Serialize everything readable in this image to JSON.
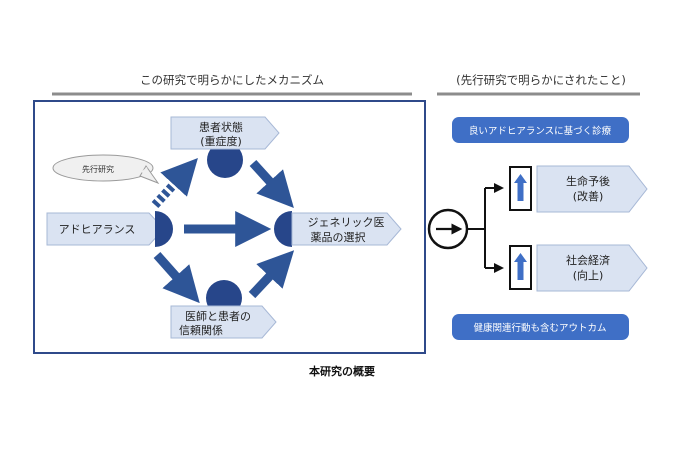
{
  "headers": {
    "left": "この研究で明らかにしたメカニズム",
    "right": "(先行研究で明らかにされたこと)"
  },
  "nodes": {
    "adherence": "アドヒアランス",
    "severity_line1": "患者状態",
    "severity_line2": "(重症度)",
    "generic_line1": "ジェネリック医",
    "generic_line2": "薬品の選択",
    "trust_line1": "医師と患者の",
    "trust_line2": "信頼関係"
  },
  "prior_research_bubble": "先行研究",
  "outcomes": {
    "good_adherence_visits": "良いアドヒアランスに基づく診療",
    "prognosis_line1": "生命予後",
    "prognosis_line2": "(改善)",
    "socioeconomic_line1": "社会経済",
    "socioeconomic_line2": "(向上)",
    "health_behavior": "健康関連行動も含むアウトカム"
  },
  "caption": "本研究の概要",
  "colors": {
    "frame_blue": "#2f4a8a",
    "arrow_blue": "#2e5597",
    "circle_blue": "#27468a",
    "box_fill": "#dae3f2",
    "box_stroke": "#a7b8d6",
    "pill_blue": "#3f6fc6",
    "rule_gray": "#8c8c8c"
  }
}
